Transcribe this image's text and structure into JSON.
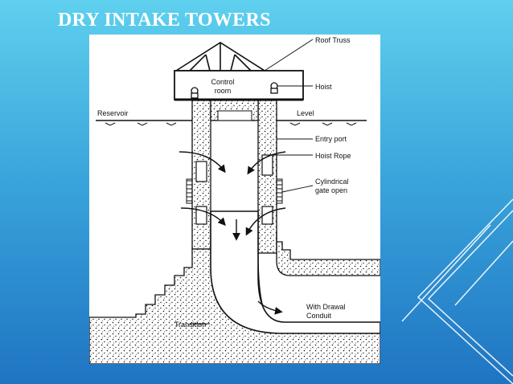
{
  "slide": {
    "title": "DRY INTAKE TOWERS"
  },
  "diagram": {
    "labels": {
      "roof_truss": "Roof Truss",
      "control_room_line1": "Control",
      "control_room_line2": "room",
      "hoist": "Hoist",
      "reservoir": "Reservoir",
      "level": "Level",
      "entry_port": "Entry port",
      "hoist_rope": "Hoist Rope",
      "cylindrical_line1": "Cylindrical",
      "cylindrical_line2": "gate open",
      "withdrawal_line1": "With Drawal",
      "withdrawal_line2": "Conduit",
      "transition": "Transition"
    }
  },
  "colors": {
    "background_top": "#5fd0ee",
    "background_bottom": "#1f74c2",
    "title": "#ffffff",
    "panel": "#ffffff",
    "ink": "#111111"
  }
}
